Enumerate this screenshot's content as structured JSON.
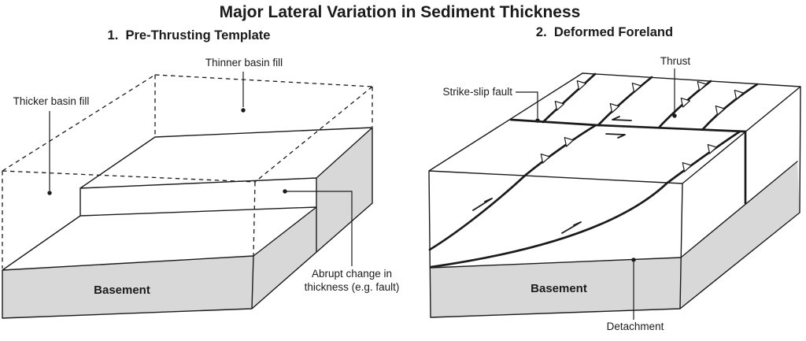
{
  "title": "Major Lateral Variation in Sediment Thickness",
  "panels": {
    "pre_thrusting": {
      "title": "1.  Pre-Thrusting Template",
      "labels": {
        "thicker_basin_fill": "Thicker basin fill",
        "thinner_basin_fill": "Thinner basin fill",
        "abrupt_change_line1": "Abrupt change in",
        "abrupt_change_line2": "thickness (e.g. fault)",
        "basement": "Basement"
      }
    },
    "deformed_foreland": {
      "title": "2.  Deformed Foreland",
      "labels": {
        "strike_slip_fault": "Strike-slip fault",
        "thrust": "Thrust",
        "basement": "Basement",
        "detachment": "Detachment"
      }
    }
  },
  "colors": {
    "line": "#1b1b1b",
    "basement_gray": "#d8d8d8",
    "background": "#ffffff"
  }
}
